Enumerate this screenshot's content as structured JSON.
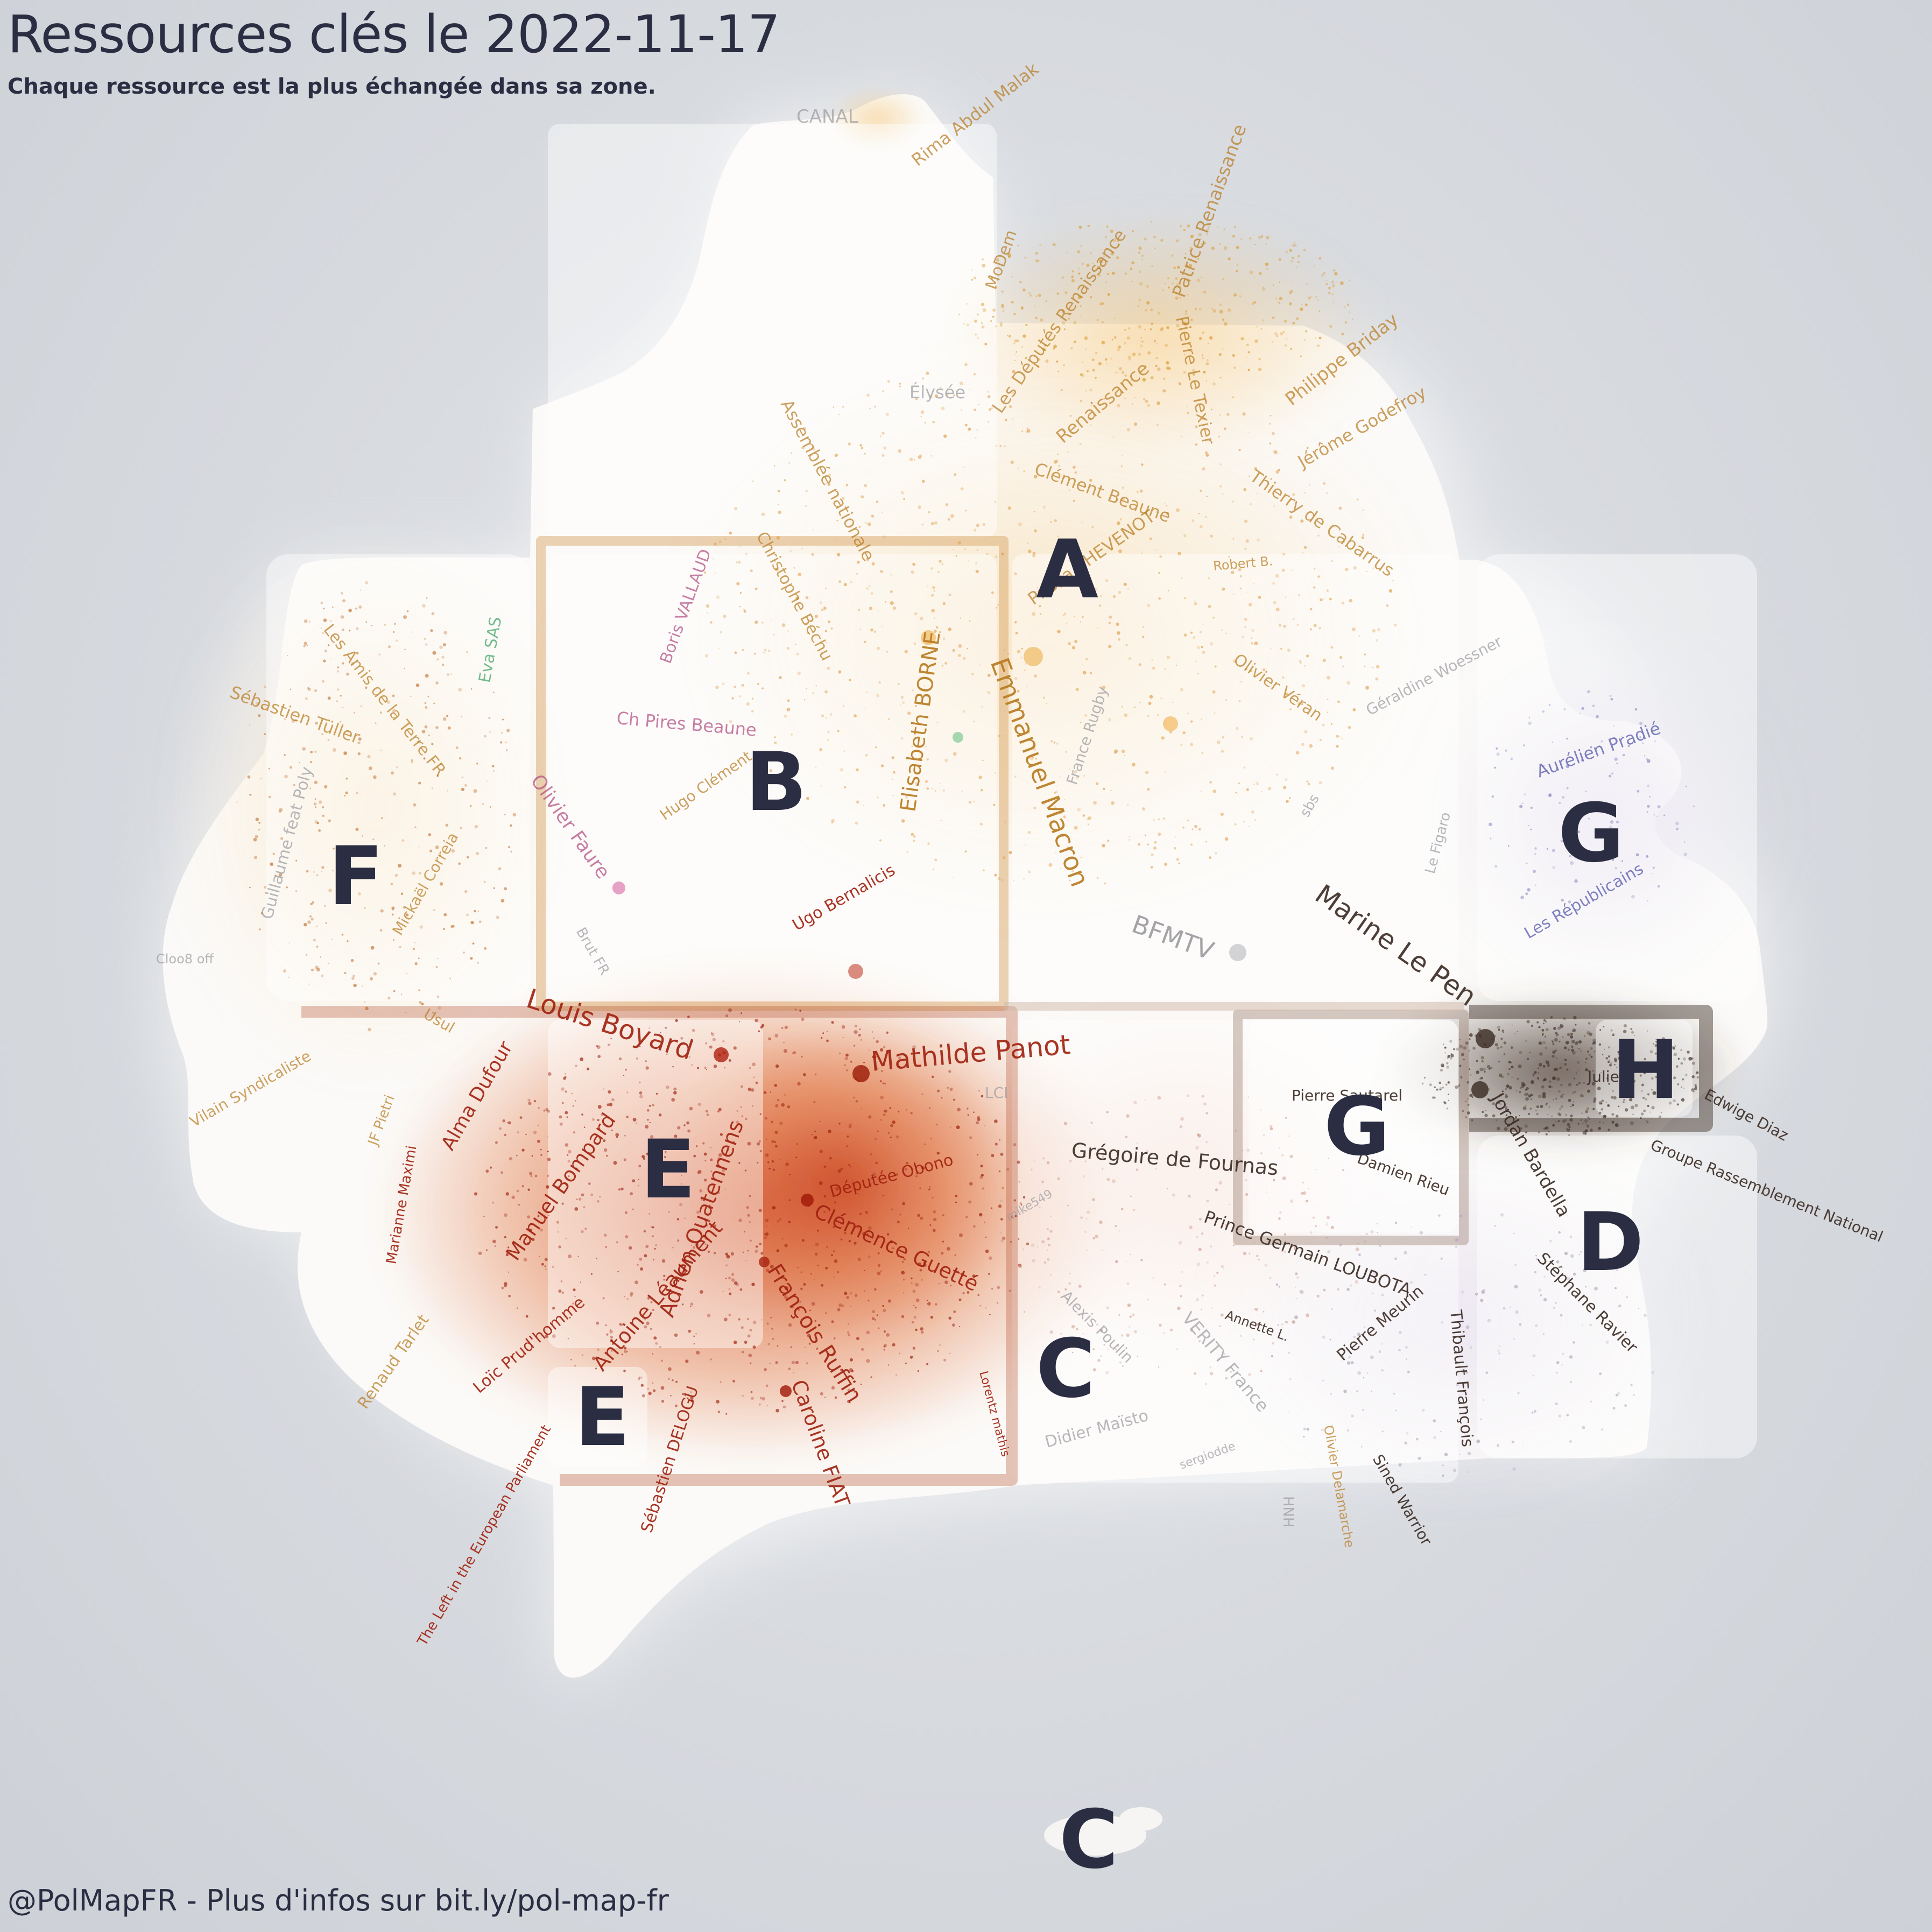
{
  "title": "Ressources clés le 2022-11-17",
  "subtitle": "Chaque ressource est la plus échangée dans sa zone.",
  "footer": "@PolMapFR - Plus d'infos sur bit.ly/pol-map-fr",
  "colors": {
    "background": "#d6d9de",
    "zone_letter": "#2b2d42",
    "renaissance": "#b87a1e",
    "lfi": "#a0200e",
    "rn": "#3a2a22",
    "lr": "#4a4fa8",
    "neutral": "#9a9aa0",
    "socialist": "#b04a80",
    "green": "#3aa060"
  },
  "zones": [
    {
      "letter": "A"
    },
    {
      "letter": "B"
    },
    {
      "letter": "C"
    },
    {
      "letter": "D"
    },
    {
      "letter": "E"
    },
    {
      "letter": "E"
    },
    {
      "letter": "F"
    },
    {
      "letter": "G"
    },
    {
      "letter": "G"
    },
    {
      "letter": "H"
    },
    {
      "letter": "C"
    }
  ],
  "labels": [
    {
      "text": "CANAL",
      "tone": "neutral"
    },
    {
      "text": "Rima Abdul Malak",
      "tone": "renaissance"
    },
    {
      "text": "MoDem",
      "tone": "renaissance"
    },
    {
      "text": "Les Députés Renaissance",
      "tone": "renaissance"
    },
    {
      "text": "Patrice Renaissance",
      "tone": "renaissance"
    },
    {
      "text": "Élysée",
      "tone": "neutral"
    },
    {
      "text": "Pierre Le Texier",
      "tone": "renaissance"
    },
    {
      "text": "Philippe Briday",
      "tone": "renaissance"
    },
    {
      "text": "Renaissance",
      "tone": "renaissance"
    },
    {
      "text": "Jérôme Godefroy",
      "tone": "renaissance"
    },
    {
      "text": "Assemblée nationale",
      "tone": "renaissance"
    },
    {
      "text": "Clément Beaune",
      "tone": "renaissance"
    },
    {
      "text": "Thierry de Cabarrus",
      "tone": "renaissance"
    },
    {
      "text": "Christophe Béchu",
      "tone": "renaissance"
    },
    {
      "text": "Boris VALLAUD",
      "tone": "socialist"
    },
    {
      "text": "Prisca THEVENOT",
      "tone": "renaissance"
    },
    {
      "text": "Robert B.",
      "tone": "renaissance"
    },
    {
      "text": "Eva SAS",
      "tone": "green"
    },
    {
      "text": "Les Amis de la Terre FR",
      "tone": "renaissance"
    },
    {
      "text": "Sébastien Tüller",
      "tone": "renaissance"
    },
    {
      "text": "Ch Pires Beaune",
      "tone": "socialist"
    },
    {
      "text": "Elisabeth BORNE",
      "tone": "renaissance"
    },
    {
      "text": "Emmanuel Macron",
      "tone": "renaissance"
    },
    {
      "text": "Olivier Véran",
      "tone": "renaissance"
    },
    {
      "text": "Géraldine Woessner",
      "tone": "neutral"
    },
    {
      "text": "Aurélien Pradié",
      "tone": "lr"
    },
    {
      "text": "France Rugby",
      "tone": "neutral"
    },
    {
      "text": "Hugo Clément",
      "tone": "renaissance"
    },
    {
      "text": "Olivier Faure",
      "tone": "socialist"
    },
    {
      "text": "Guillaume feat Poly",
      "tone": "neutral"
    },
    {
      "text": "Mickaël Correia",
      "tone": "renaissance"
    },
    {
      "text": "Ugo Bernalicis",
      "tone": "lfi"
    },
    {
      "text": "sbs",
      "tone": "neutral"
    },
    {
      "text": "Le Figaro",
      "tone": "neutral"
    },
    {
      "text": "Les Républicains",
      "tone": "lr"
    },
    {
      "text": "BFMTV",
      "tone": "neutral"
    },
    {
      "text": "Marine Le Pen",
      "tone": "rn"
    },
    {
      "text": "Cloo8 off",
      "tone": "neutral"
    },
    {
      "text": "Brut FR",
      "tone": "neutral"
    },
    {
      "text": "Louis Boyard",
      "tone": "lfi"
    },
    {
      "text": "Mathilde Panot",
      "tone": "lfi"
    },
    {
      "text": "Usul",
      "tone": "renaissance"
    },
    {
      "text": "Vilain Syndicaliste",
      "tone": "renaissance"
    },
    {
      "text": "Alma Dufour",
      "tone": "lfi"
    },
    {
      "text": "JF Pietri",
      "tone": "renaissance"
    },
    {
      "text": "Manuel Bompard",
      "tone": "lfi"
    },
    {
      "text": "LCI",
      "tone": "neutral"
    },
    {
      "text": "Grégoire de Fournas",
      "tone": "rn"
    },
    {
      "text": "Pierre Sautarel",
      "tone": "rn"
    },
    {
      "text": "Julien",
      "tone": "rn"
    },
    {
      "text": "Jordan Bardella",
      "tone": "rn"
    },
    {
      "text": "Edwige Diaz",
      "tone": "rn"
    },
    {
      "text": "Groupe Rassemblement National",
      "tone": "rn"
    },
    {
      "text": "Damien Rieu",
      "tone": "rn"
    },
    {
      "text": "Marianne Maximi",
      "tone": "lfi"
    },
    {
      "text": "Députée Obono",
      "tone": "lfi"
    },
    {
      "text": "Clémence Guetté",
      "tone": "lfi"
    },
    {
      "text": "Adrien Quatennens",
      "tone": "lfi"
    },
    {
      "text": "mike549",
      "tone": "neutral"
    },
    {
      "text": "Prince Germain LOUBOTA",
      "tone": "rn"
    },
    {
      "text": "Antoine Léaument",
      "tone": "lfi"
    },
    {
      "text": "François Ruffin",
      "tone": "lfi"
    },
    {
      "text": "Loïc Prud'homme",
      "tone": "lfi"
    },
    {
      "text": "Renaud Tarlet",
      "tone": "renaissance"
    },
    {
      "text": "Alexis Poulin",
      "tone": "neutral"
    },
    {
      "text": "Annette L.",
      "tone": "rn"
    },
    {
      "text": "VERITY France",
      "tone": "neutral"
    },
    {
      "text": "Pierre Meurin",
      "tone": "rn"
    },
    {
      "text": "Stéphane Ravier",
      "tone": "rn"
    },
    {
      "text": "Thibault François",
      "tone": "rn"
    },
    {
      "text": "Sébastien DELOGU",
      "tone": "lfi"
    },
    {
      "text": "Caroline FIAT",
      "tone": "lfi"
    },
    {
      "text": "Lorentz mathis",
      "tone": "lfi"
    },
    {
      "text": "Didier Maïsto",
      "tone": "neutral"
    },
    {
      "text": "sergiodde",
      "tone": "neutral"
    },
    {
      "text": "HNH",
      "tone": "neutral"
    },
    {
      "text": "Olivier Delamarche",
      "tone": "renaissance"
    },
    {
      "text": "Sined Warrior",
      "tone": "rn"
    },
    {
      "text": "The Left in the European Parliament",
      "tone": "lfi"
    }
  ]
}
